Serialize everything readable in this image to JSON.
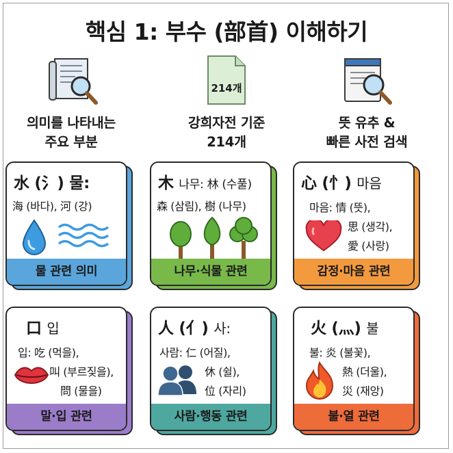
{
  "title": "핵심 1: 부수 (部首) 이해하기",
  "features": [
    {
      "icon": "document-magnifier-icon",
      "lines": [
        "의미를 나타내는",
        "주요 부분"
      ]
    },
    {
      "icon": "document-214-icon",
      "badge": "214개",
      "lines": [
        "강희자전 기준",
        "214개"
      ]
    },
    {
      "icon": "book-magnifier-icon",
      "lines": [
        "뜻 유추 &",
        "빠른 사전 검색"
      ]
    }
  ],
  "cards": [
    {
      "header": "水 (氵) 물:",
      "examples": [
        "海 (바다), 河 (강)"
      ],
      "icon": "water-icon",
      "banner": "물 관련 의미",
      "colors": {
        "banner": "#5aa6dc",
        "shadow": "#5aa6dc"
      }
    },
    {
      "header": "木",
      "header_sub": "나무: 林 (수풀)",
      "examples": [
        "森 (삼림), 樹 (나무)"
      ],
      "icon": "tree-icon",
      "banner": "나무·식물 관련",
      "colors": {
        "banner": "#78b94a",
        "shadow": "#78b94a"
      }
    },
    {
      "header": "心 (忄)",
      "header_sub": "마음",
      "examples": [
        "마음: 情 (뜻),",
        "思 (생각),",
        "愛 (사랑)"
      ],
      "icon": "heart-icon",
      "banner": "감정·마음 관련",
      "colors": {
        "banner": "#f29a3d",
        "shadow": "#f29a3d"
      }
    },
    {
      "header": "口",
      "header_sub": "입",
      "examples": [
        "입: 吃 (먹을),",
        "叫 (부르짖을),",
        "問 (물을)"
      ],
      "icon": "lips-icon",
      "banner": "말·입 관련",
      "colors": {
        "banner": "#9b7cc9",
        "shadow": "#9b7cc9"
      }
    },
    {
      "header": "人 (亻)",
      "header_sub": "사:",
      "examples": [
        "사람: 仁 (어질),",
        "休 (쉴),",
        "位 (자리)"
      ],
      "icon": "people-icon",
      "banner": "사람·행동 관련",
      "colors": {
        "banner": "#4ea8a0",
        "shadow": "#4ea8a0"
      }
    },
    {
      "header": "火 (灬)",
      "header_sub": "불",
      "examples": [
        "불: 炎 (불꽃),",
        "熱 (더울),",
        "災 (재앙)"
      ],
      "icon": "fire-icon",
      "banner": "불·열 관련",
      "colors": {
        "banner": "#ee6b3a",
        "shadow": "#ee6b3a"
      }
    }
  ]
}
